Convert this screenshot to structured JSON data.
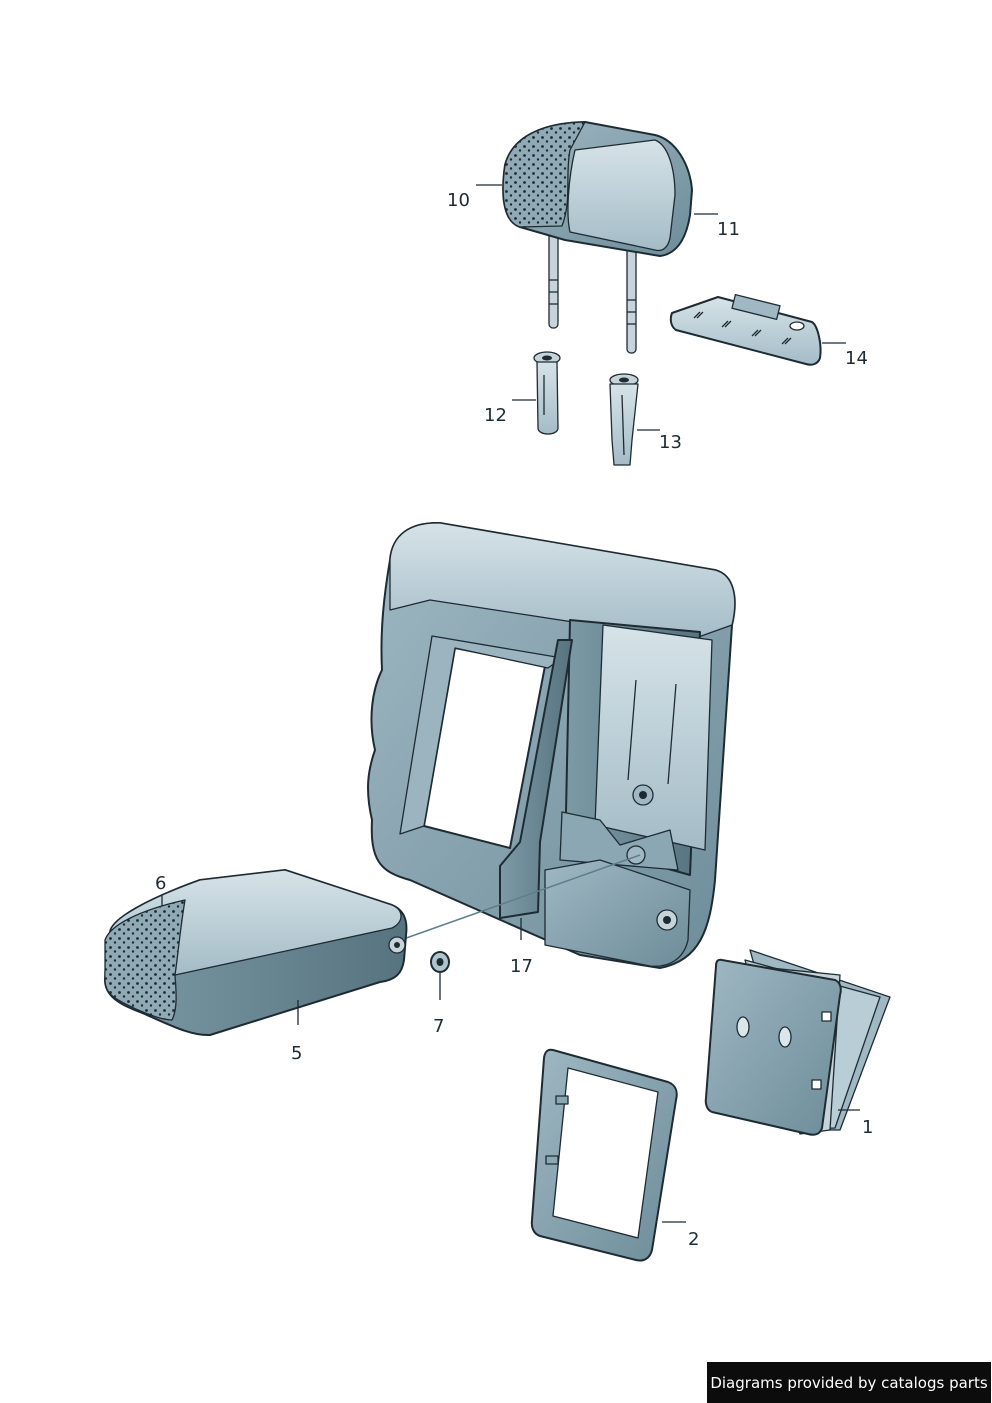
{
  "diagram": {
    "callouts": [
      {
        "id": "1",
        "label": "1"
      },
      {
        "id": "2",
        "label": "2"
      },
      {
        "id": "5",
        "label": "5"
      },
      {
        "id": "6",
        "label": "6"
      },
      {
        "id": "7",
        "label": "7"
      },
      {
        "id": "10",
        "label": "10"
      },
      {
        "id": "11",
        "label": "11"
      },
      {
        "id": "12",
        "label": "12"
      },
      {
        "id": "13",
        "label": "13"
      },
      {
        "id": "14",
        "label": "14"
      },
      {
        "id": "17",
        "label": "17"
      }
    ]
  },
  "colors": {
    "part_light": "#b9cdd6",
    "part_mid": "#8aa7b3",
    "part_dark": "#5e7e8c",
    "outline": "#1e2b33",
    "credit_bg": "#0c0c0c"
  },
  "credit": {
    "text": "Diagrams provided by catalogs parts"
  }
}
